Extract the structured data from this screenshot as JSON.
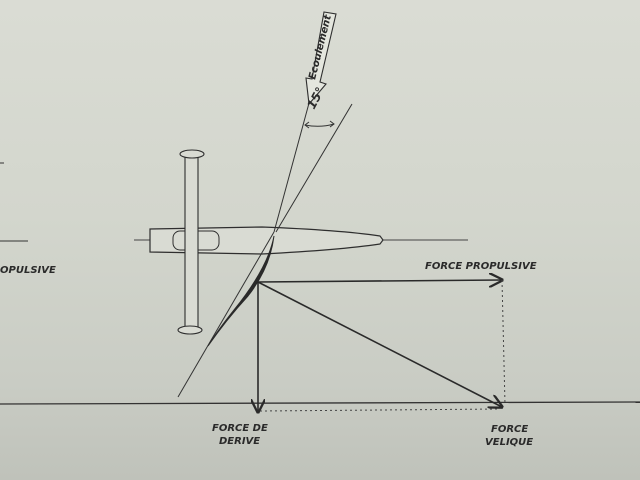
{
  "labels": {
    "flow": "Ecoulement",
    "angle": "15°",
    "propulsive_left": "OPULSIVE",
    "propulsive": "FORCE PROPULSIVE",
    "derive_line1": "FORCE DE",
    "derive_line2": "DERIVE",
    "velique_line1": "FORCE",
    "velique_line2": "VELIQUE"
  },
  "colors": {
    "paper": "#d6d8d0",
    "ink": "#2a2a2a",
    "line": "#3a3a3a"
  }
}
